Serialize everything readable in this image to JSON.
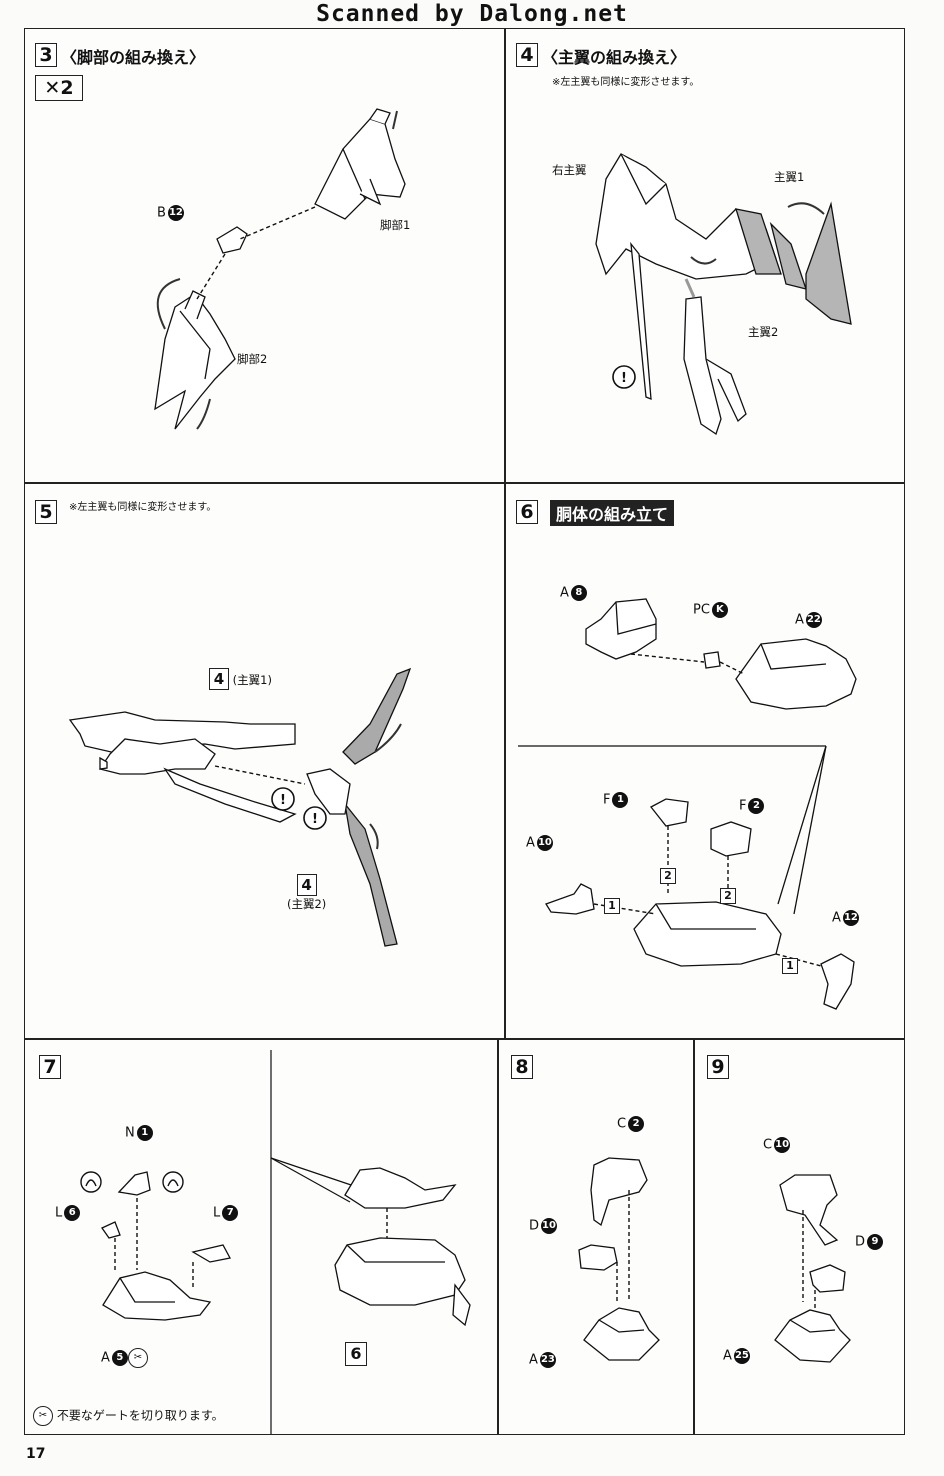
{
  "header": {
    "watermark": "Scanned by Dalong.net"
  },
  "page_number": "17",
  "steps": {
    "s3": {
      "num": "3",
      "title": "〈脚部の組み換え〉",
      "mult": "✕2",
      "parts": {
        "b": "B",
        "b_num": "12"
      },
      "labels": {
        "leg1": "脚部1",
        "leg2": "脚部2"
      }
    },
    "s4": {
      "num": "4",
      "title": "〈主翼の組み換え〉",
      "note": "※左主翼も同様に変形させます。",
      "labels": {
        "right_wing": "右主翼",
        "wing1": "主翼1",
        "wing2": "主翼2"
      }
    },
    "s5": {
      "num": "5",
      "note": "※左主翼も同様に変形させます。",
      "ref_top": {
        "num": "4",
        "text": "(主翼1)"
      },
      "ref_bottom": {
        "num": "4",
        "text": "(主翼2)"
      }
    },
    "s6": {
      "num": "6",
      "title": "胴体の組み立て",
      "parts": {
        "a8": "A",
        "a8_num": "8",
        "pck": "PC",
        "pck_num": "K",
        "a22": "A",
        "a22_num": "22",
        "f1": "F",
        "f1_num": "1",
        "f2": "F",
        "f2_num": "2",
        "a10": "A",
        "a10_num": "10",
        "a12": "A",
        "a12_num": "12"
      },
      "order": {
        "one": "1",
        "two": "2"
      }
    },
    "s7": {
      "num": "7",
      "parts": {
        "n1": "N",
        "n1_num": "1",
        "l6": "L",
        "l6_num": "6",
        "l7": "L",
        "l7_num": "7",
        "a5": "A",
        "a5_num": "5"
      },
      "ref": "6",
      "legend": "不要なゲートを切り取ります。"
    },
    "s8": {
      "num": "8",
      "parts": {
        "c2": "C",
        "c2_num": "2",
        "d10": "D",
        "d10_num": "10",
        "a23": "A",
        "a23_num": "23"
      }
    },
    "s9": {
      "num": "9",
      "parts": {
        "c10": "C",
        "c10_num": "10",
        "d9": "D",
        "d9_num": "9",
        "a25": "A",
        "a25_num": "25"
      }
    }
  },
  "icons": {
    "caution": "caution-icon",
    "nipper": "nipper-icon"
  },
  "colors": {
    "ink": "#111111",
    "paper": "#fbfbfa",
    "shade": "#9a9a9a"
  }
}
